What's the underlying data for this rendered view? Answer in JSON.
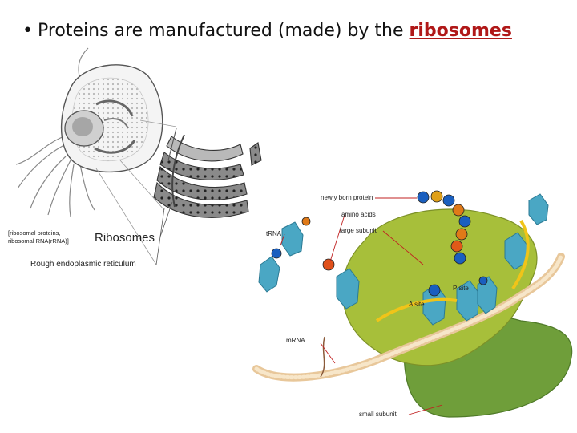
{
  "slide": {
    "bullet": "•",
    "title_prefix": "Proteins are manufactured (made) by the ",
    "title_highlight": "ribosomes",
    "highlight_color": "#b01818"
  },
  "cell_figure": {
    "labels": {
      "ribosomes_note_line1": "[ribosomal proteins,",
      "ribosomes_note_line2": "ribosomal RNA(rRNA)]",
      "ribosomes": "Ribosomes",
      "rough_er": "Rough endoplasmic reticulum"
    }
  },
  "translation_figure": {
    "labels": {
      "newly_born_protein": "newly born protein",
      "amino_acids": "amino acids",
      "large_subunit": "large subunit",
      "trna": "tRNA",
      "p_site": "P site",
      "a_site": "A site",
      "mrna": "mRNA",
      "small_subunit": "small subunit"
    },
    "colors": {
      "large_subunit": "#a7bf3a",
      "small_subunit": "#6f9e3a",
      "trna": "#4aa7c4",
      "amino_chain_a": "#1a5fbf",
      "amino_chain_b": "#e07a18",
      "leader_lines": "#c02020"
    }
  }
}
